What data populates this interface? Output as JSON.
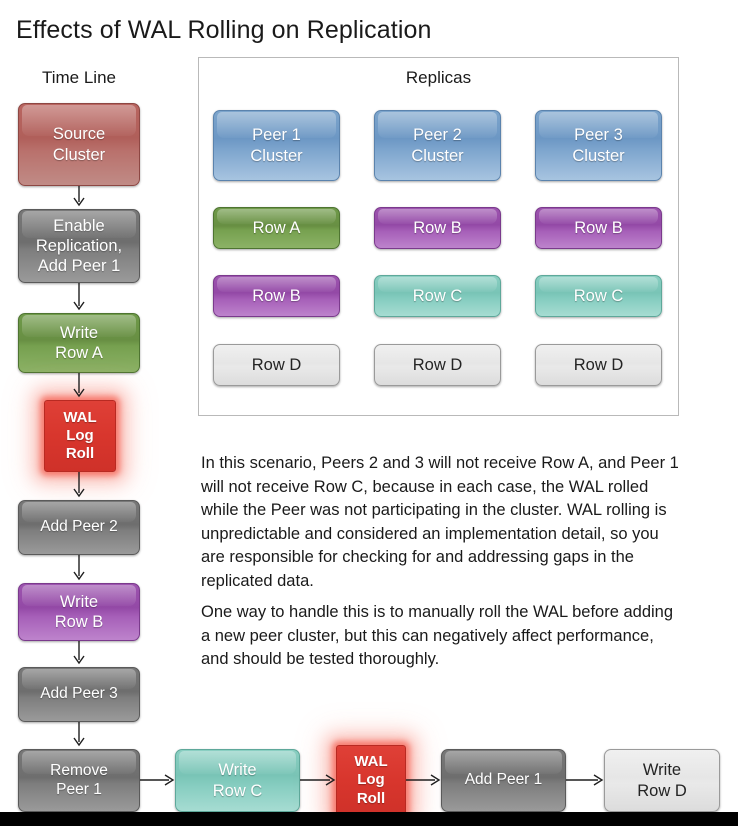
{
  "title": "Effects of WAL Rolling on Replication",
  "headings": {
    "timeline": "Time Line",
    "replicas": "Replicas"
  },
  "timeline": {
    "nodes": [
      {
        "id": "source-cluster",
        "label": "Source\nCluster",
        "color": "#b05f5a",
        "skin": "red"
      },
      {
        "id": "enable-replication",
        "label": "Enable\nReplication,\nAdd Peer 1",
        "color": "#6e6e6e",
        "skin": "gray"
      },
      {
        "id": "write-row-a",
        "label": "Write\nRow A",
        "color": "#688f43",
        "skin": "green"
      },
      {
        "id": "wal-log-roll-1",
        "label": "WAL\nLog\nRoll",
        "color": "#d8362d",
        "skin": "wal"
      },
      {
        "id": "add-peer-2",
        "label": "Add Peer 2",
        "color": "#6e6e6e",
        "skin": "gray"
      },
      {
        "id": "write-row-b",
        "label": "Write\nRow B",
        "color": "#9349a6",
        "skin": "purple"
      },
      {
        "id": "add-peer-3",
        "label": "Add Peer 3",
        "color": "#6e6e6e",
        "skin": "gray"
      },
      {
        "id": "remove-peer-1",
        "label": "Remove\nPeer 1",
        "color": "#6e6e6e",
        "skin": "gray"
      }
    ]
  },
  "bottom_flow": {
    "nodes": [
      {
        "id": "write-row-c",
        "label": "Write\nRow C",
        "color": "#79c4b6",
        "skin": "teal"
      },
      {
        "id": "wal-log-roll-2",
        "label": "WAL\nLog\nRoll",
        "color": "#d8362d",
        "skin": "wal"
      },
      {
        "id": "add-peer-1",
        "label": "Add Peer 1",
        "color": "#6e6e6e",
        "skin": "gray"
      },
      {
        "id": "write-row-d",
        "label": "Write\nRow D",
        "color": "#e6e6e6",
        "skin": "light"
      }
    ]
  },
  "replicas": {
    "columns": [
      {
        "cluster": {
          "label": "Peer 1\nCluster",
          "color": "#6c97c4"
        },
        "rows": [
          {
            "label": "Row A",
            "color": "#688f43",
            "skin": "green"
          },
          {
            "label": "Row B",
            "color": "#9349a6",
            "skin": "purple"
          },
          {
            "label": "Row D",
            "color": "#e6e6e6",
            "skin": "light"
          }
        ]
      },
      {
        "cluster": {
          "label": "Peer 2\nCluster",
          "color": "#6c97c4"
        },
        "rows": [
          {
            "label": "Row B",
            "color": "#9349a6",
            "skin": "purple"
          },
          {
            "label": "Row C",
            "color": "#79c4b6",
            "skin": "teal"
          },
          {
            "label": "Row D",
            "color": "#e6e6e6",
            "skin": "light"
          }
        ]
      },
      {
        "cluster": {
          "label": "Peer 3\nCluster",
          "color": "#6c97c4"
        },
        "rows": [
          {
            "label": "Row B",
            "color": "#9349a6",
            "skin": "purple"
          },
          {
            "label": "Row C",
            "color": "#79c4b6",
            "skin": "teal"
          },
          {
            "label": "Row D",
            "color": "#e6e6e6",
            "skin": "light"
          }
        ]
      }
    ]
  },
  "notes": {
    "paragraph_1": "In this scenario, Peers 2 and 3 will not receive Row A, and Peer 1 will not receive Row C, because in each case, the WAL rolled while the Peer was not participating in the cluster. WAL rolling is unpredictable and considered an implementation detail, so you are responsible for checking for and addressing gaps in the replicated data.",
    "paragraph_2": "One way to handle this is to manually roll the WAL before adding a new peer cluster, but this can negatively affect performance, and should be tested thoroughly."
  }
}
